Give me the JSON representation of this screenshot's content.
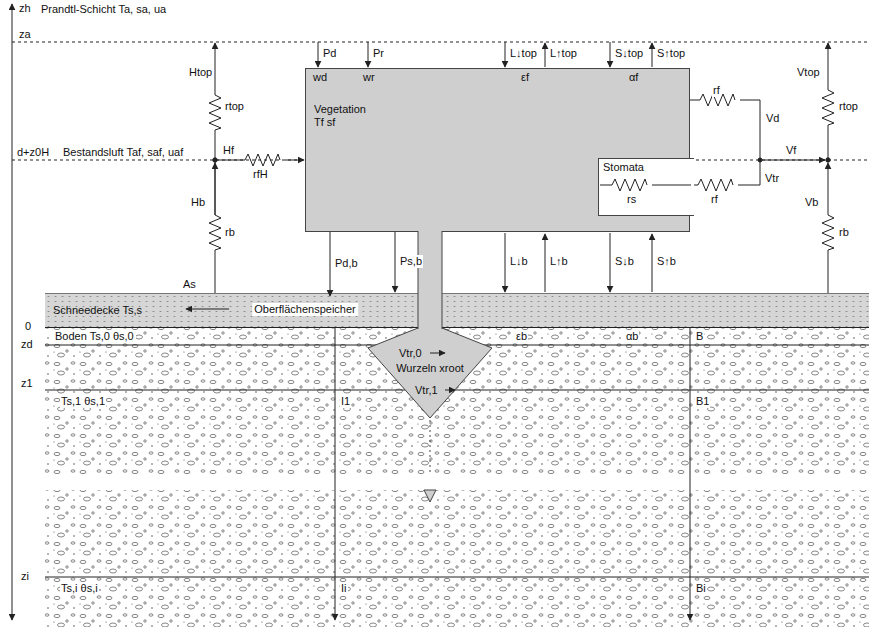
{
  "diagram": {
    "nodes": [
      {
        "text": [
          "Vegetation Tf sf"
        ]
      },
      {
        "text": [
          "Stomata"
        ],
        "in": 0
      },
      {
        "text": [
          "Oberflächenspeicher"
        ]
      },
      {
        "text": [
          "Schneedecke Ts,s"
        ]
      },
      {
        "text": [
          "Boden Ts,0 θs,0"
        ]
      },
      {
        "text": [
          "Wurzeln xroot"
        ]
      }
    ],
    "edges": [
      {
        "from": 0,
        "to": 5,
        "arrow": "none"
      },
      {
        "from": 0,
        "to": 2,
        "label": "Pd,b",
        "arrow": "to"
      },
      {
        "from": 0,
        "to": 3,
        "label": "Ps,b",
        "arrow": "to"
      }
    ],
    "labels": [
      "zh",
      "Prandtl-Schicht Ta, sa, ua",
      "za",
      "Htop",
      "rtop",
      "Pd",
      "Pr",
      "wd",
      "wr",
      "L↓top",
      "L↑top",
      "εf",
      "S↓top",
      "S↑top",
      "αf",
      "Vtop",
      "rtop",
      "rf",
      "Vd",
      "d+z0H",
      "Bestandsluft Taf, saf, uaf",
      "Hf",
      "rfH",
      "Hb",
      "rb",
      "rs",
      "rf",
      "Vtr",
      "Vf",
      "Vb",
      "rb",
      "L↓b",
      "L↑b",
      "S↓b",
      "S↑b",
      "As",
      "0",
      "εb",
      "αb",
      "B",
      "zd",
      "Vtr,0",
      "I1",
      "B1",
      "z1",
      "Ts,1 θs,1",
      "Vtr,1",
      "zi",
      "Ts,i θs,i",
      "Ii",
      "Bi"
    ]
  }
}
